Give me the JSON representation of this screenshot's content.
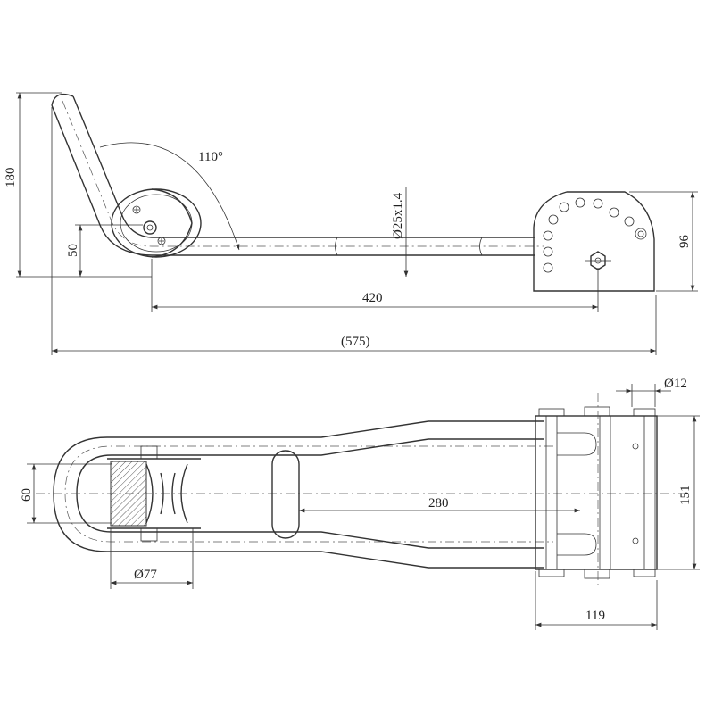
{
  "drawing": {
    "dimensions": {
      "height_total": "180",
      "height_lower": "50",
      "angle": "110°",
      "tube": "Ø25x1.4",
      "bracket_height": "96",
      "length_straight": "420",
      "length_overall": "(575)",
      "bolt": "Ø12",
      "inner_width": "60",
      "tube_length": "280",
      "overall_width": "151",
      "roller_diameter": "Ø77",
      "bracket_width": "119"
    }
  }
}
